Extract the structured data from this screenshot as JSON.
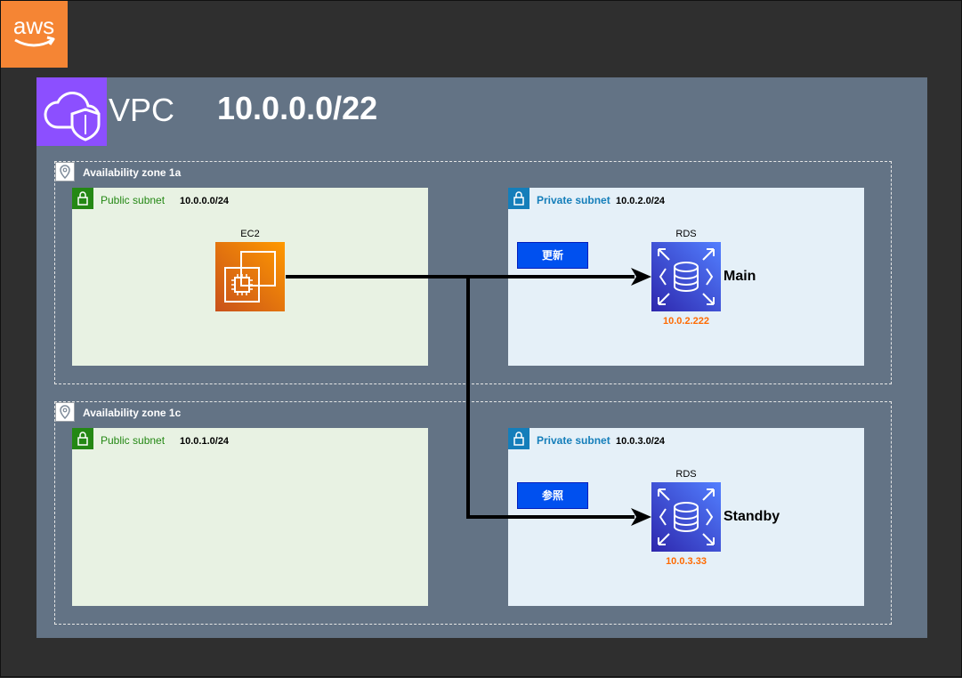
{
  "cloud": {
    "icon": "aws-logo",
    "text": "aws"
  },
  "vpc": {
    "icon": "vpc-icon",
    "label": "VPC",
    "cidr": "10.0.0.0/22"
  },
  "zones": [
    {
      "label": "Availability zone 1a",
      "public_subnet": {
        "label": "Public subnet",
        "cidr": "10.0.0.0/24"
      },
      "private_subnet": {
        "label": "Private subnet",
        "cidr": "10.0.2.0/24"
      }
    },
    {
      "label": "Availability zone 1c",
      "public_subnet": {
        "label": "Public subnet",
        "cidr": "10.0.1.0/24"
      },
      "private_subnet": {
        "label": "Private subnet",
        "cidr": "10.0.3.0/24"
      }
    }
  ],
  "ec2": {
    "caption": "EC2",
    "icon": "ec2-icon"
  },
  "rds_main": {
    "caption": "RDS",
    "name": "Main",
    "ip": "10.0.2.222",
    "icon": "rds-icon"
  },
  "rds_standby": {
    "caption": "RDS",
    "name": "Standby",
    "ip": "10.0.3.33",
    "icon": "rds-icon"
  },
  "tags": {
    "update": "更新",
    "reference": "参照"
  },
  "colors": {
    "background": "#2f2f2f",
    "aws_orange": "#f58534",
    "vpc_fill": "#637385",
    "vpc_purple": "#8c4fff",
    "public_green": "#248814",
    "private_blue": "#147eba",
    "ip_orange": "#ff6a00",
    "tag_blue": "#0050ef"
  }
}
